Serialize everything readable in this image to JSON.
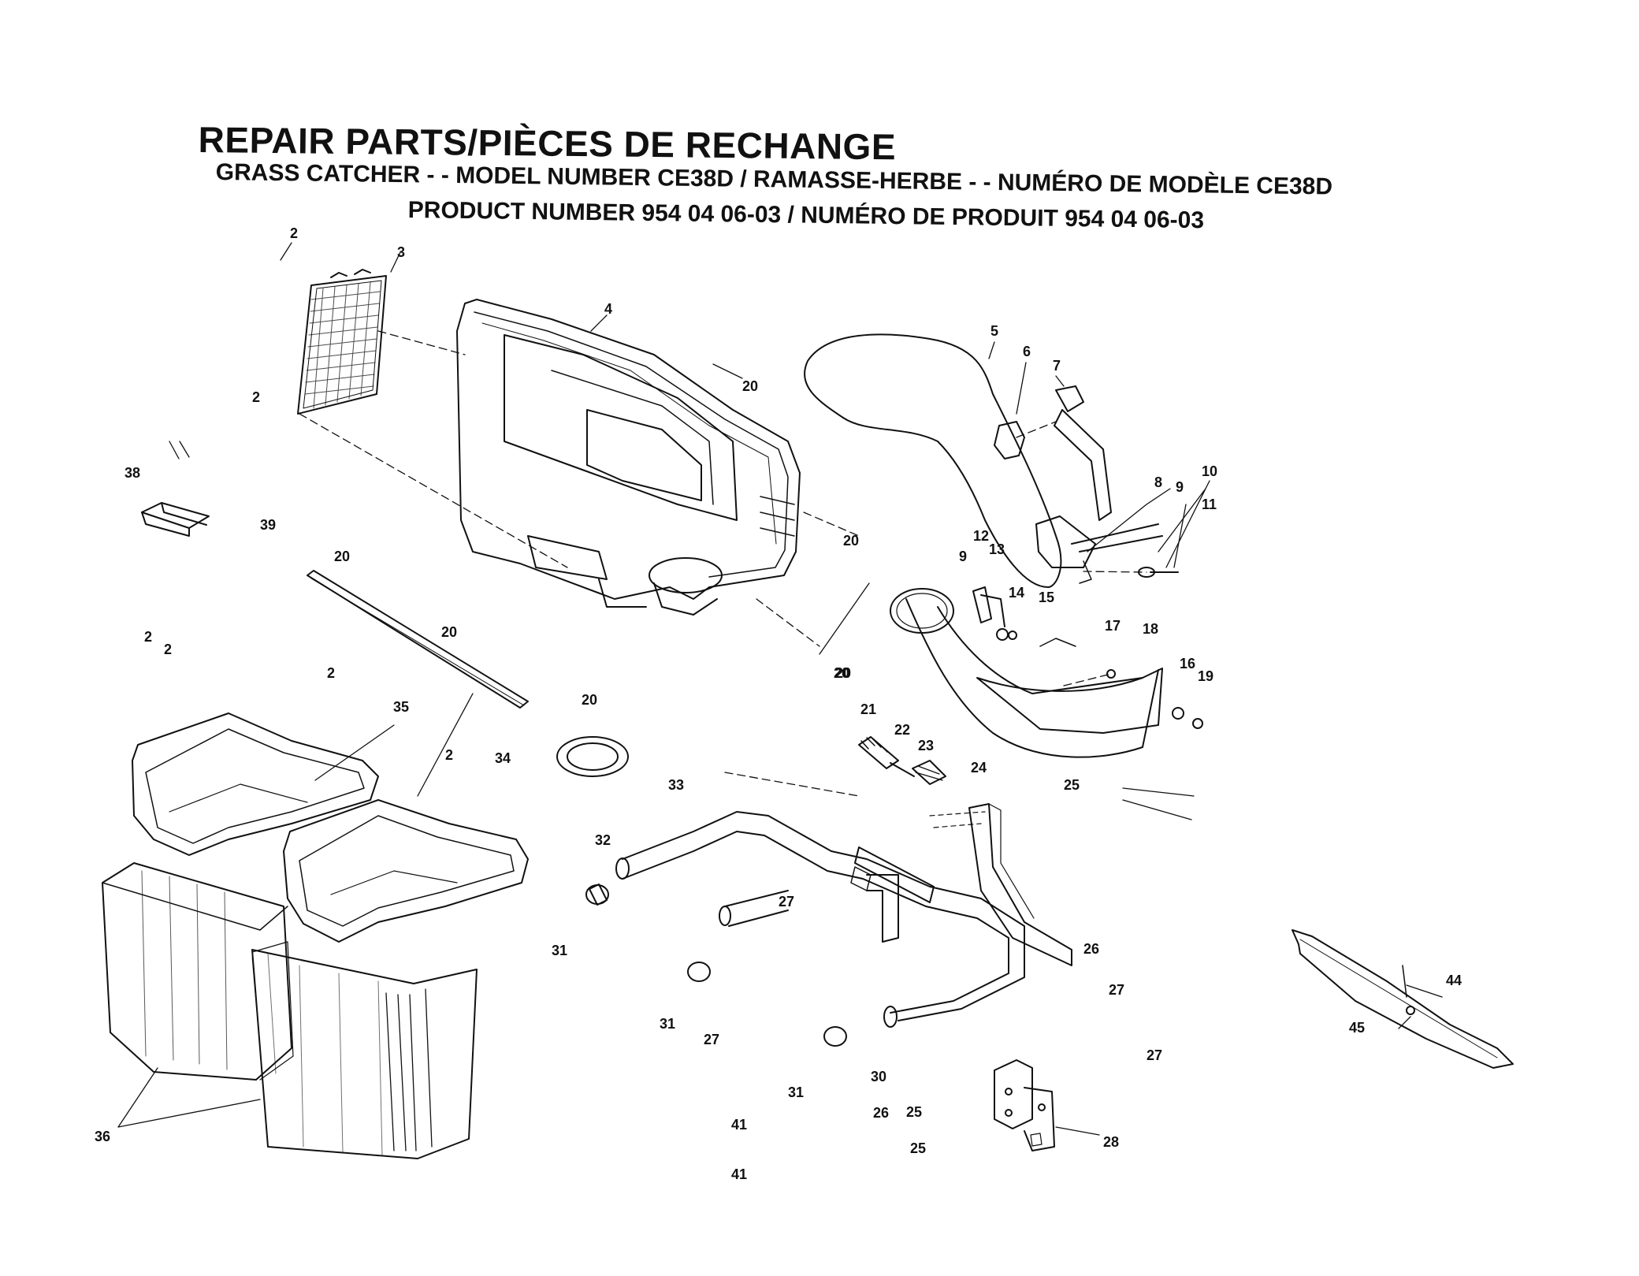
{
  "header": {
    "title": "REPAIR PARTS/PIÈCES DE RECHANGE",
    "subtitle_line1": "GRASS CATCHER - - MODEL NUMBER CE38D / RAMASSE-HERBE - - NUMÉRO DE MODÈLE CE38D",
    "subtitle_line2": "PRODUCT NUMBER 954 04 06-03 / NUMÉRO DE PRODUIT 954 04 06-03"
  },
  "callouts": [
    "2",
    "3",
    "4",
    "20",
    "2",
    "5",
    "6",
    "7",
    "20",
    "38",
    "2",
    "2",
    "39",
    "20",
    "20",
    "2",
    "20",
    "20",
    "8",
    "9",
    "10",
    "11",
    "9",
    "12",
    "13",
    "14",
    "15",
    "17",
    "18",
    "16",
    "19",
    "20",
    "2",
    "35",
    "34",
    "21",
    "22",
    "23",
    "33",
    "32",
    "24",
    "25",
    "27",
    "31",
    "26",
    "31",
    "27",
    "27",
    "30",
    "31",
    "26",
    "25",
    "25",
    "28",
    "27",
    "41",
    "41",
    "36",
    "44",
    "45"
  ]
}
